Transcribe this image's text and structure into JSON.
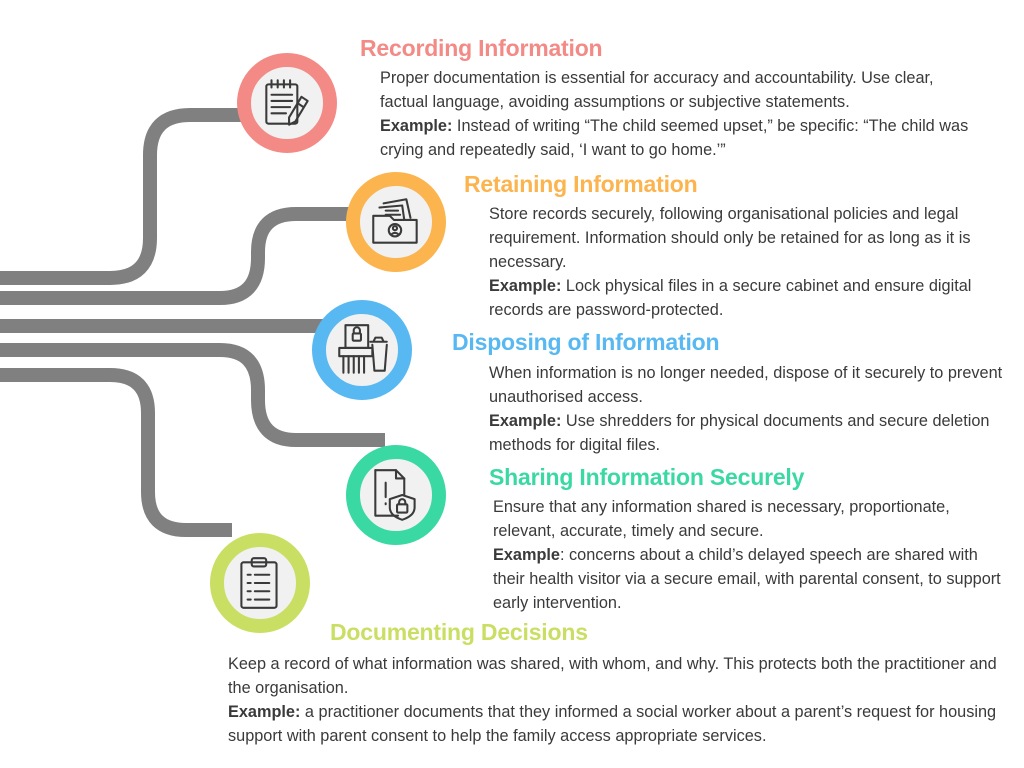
{
  "colors": {
    "connector": "#808080",
    "recording": "#f38a86",
    "retaining": "#fbb44e",
    "disposing": "#58b8f2",
    "sharing": "#3ad9a3",
    "documenting": "#c9df63",
    "icon_fill": "#f1f1f1",
    "icon_stroke": "#3a3a3a"
  },
  "sections": [
    {
      "key": "recording",
      "icon": "notepad-pencil-icon",
      "title": "Recording Information",
      "body": "Proper documentation is essential for accuracy and accountability. Use clear, factual language, avoiding assumptions or subjective statements.",
      "example_label": "Example:",
      "example_text": " Instead of writing “The child seemed upset,” be specific: “The child was crying and repeatedly said, ‘I want to go home.’”"
    },
    {
      "key": "retaining",
      "icon": "folder-documents-icon",
      "title": "Retaining Information",
      "body": "Store records securely, following organisational policies and legal requirement. Information should only be retained for as long as it is necessary.",
      "example_label": "Example:",
      "example_text": " Lock physical files in a secure cabinet and ensure digital records are password-protected."
    },
    {
      "key": "disposing",
      "icon": "shredder-bin-icon",
      "title": "Disposing of Information",
      "body": "When information is no longer needed, dispose of it securely to prevent unauthorised access.",
      "example_label": "Example:",
      "example_text": " Use shredders for physical documents and secure deletion methods for digital files."
    },
    {
      "key": "sharing",
      "icon": "document-lock-icon",
      "title": "Sharing Information Securely",
      "body": "Ensure that any information shared is necessary, proportionate, relevant, accurate, timely and secure.",
      "example_label": "Example",
      "example_text": ": concerns about a child’s delayed speech are shared with their health visitor via a secure email, with parental consent, to support early intervention."
    },
    {
      "key": "documenting",
      "icon": "clipboard-checklist-icon",
      "title": "Documenting Decisions",
      "body": "Keep a record of what information was shared, with whom, and why. This protects both the practitioner and the organisation.",
      "example_label": "Example:",
      "example_text": " a practitioner documents that they informed a social worker about a parent’s request for housing support with parent consent to help the family access appropriate services."
    }
  ]
}
